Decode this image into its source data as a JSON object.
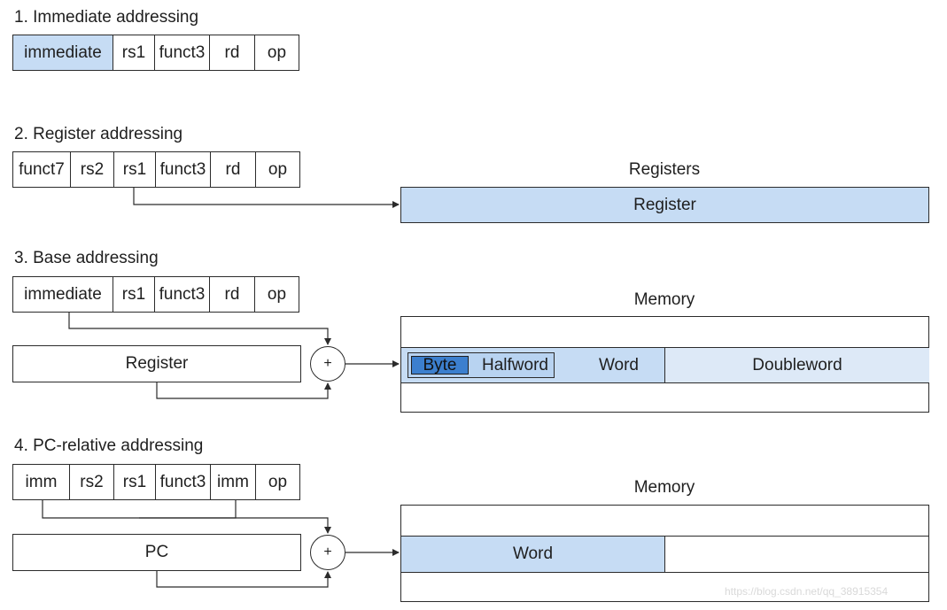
{
  "sections": [
    {
      "title": "1.  Immediate addressing",
      "fields": [
        "immediate",
        "rs1",
        "funct3",
        "rd",
        "op"
      ]
    },
    {
      "title": "2. Register addressing",
      "fields": [
        "funct7",
        "rs2",
        "rs1",
        "funct3",
        "rd",
        "op"
      ],
      "target_label": "Registers",
      "target_box": "Register"
    },
    {
      "title": "3.  Base addressing",
      "fields": [
        "immediate",
        "rs1",
        "funct3",
        "rd",
        "op"
      ],
      "register_box": "Register",
      "adder": "+",
      "target_label": "Memory",
      "memory": {
        "byte": "Byte",
        "halfword": "Halfword",
        "word": "Word",
        "doubleword": "Doubleword"
      }
    },
    {
      "title": "4.  PC-relative addressing",
      "fields": [
        "imm",
        "rs2",
        "rs1",
        "funct3",
        "imm",
        "op"
      ],
      "register_box": "PC",
      "adder": "+",
      "target_label": "Memory",
      "memory": {
        "word": "Word"
      }
    }
  ],
  "colors": {
    "highlight": "#c6dcf4",
    "light_fill": "#dde9f7",
    "byte_fill": "#3c7fce"
  },
  "watermark": "https://blog.csdn.net/qq_38915354"
}
